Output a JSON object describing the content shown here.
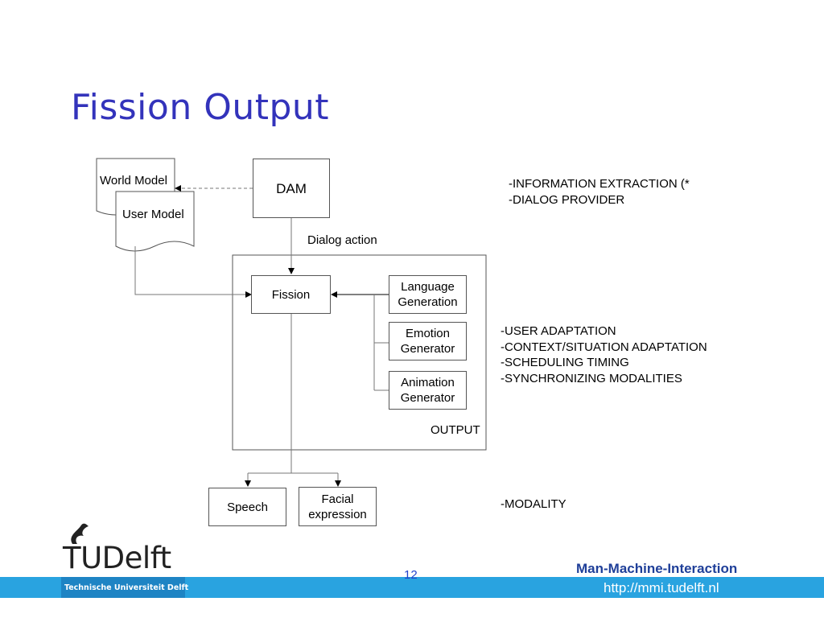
{
  "slide": {
    "title": "Fission Output",
    "page_number": "12"
  },
  "diagram": {
    "world_model": "World Model",
    "user_model": "User Model",
    "dam": "DAM",
    "dialog_action": "Dialog action",
    "fission": "Fission",
    "language_generation": [
      "Language",
      "Generation"
    ],
    "emotion_generator": [
      "Emotion",
      "Generator"
    ],
    "animation_generator": [
      "Animation",
      "Generator"
    ],
    "output_label": "OUTPUT",
    "speech": "Speech",
    "facial_expression": [
      "Facial",
      "expression"
    ]
  },
  "notes": {
    "top": [
      "-INFORMATION EXTRACTION (*",
      "-DIALOG PROVIDER"
    ],
    "middle": [
      "-USER ADAPTATION",
      "-CONTEXT/SITUATION ADAPTATION",
      "-SCHEDULING TIMING",
      "-SYNCHRONIZING MODALITIES"
    ],
    "bottom": [
      "-MODALITY"
    ]
  },
  "footer": {
    "university": "Technische Universiteit Delft",
    "logo_text": "TUDelft",
    "group": "Man-Machine-Interaction",
    "url": "http://mmi.tudelft.nl"
  },
  "colors": {
    "title": "#3333bb",
    "footer_bar": "#29a3e0",
    "footer_group": "#1f3f99"
  }
}
